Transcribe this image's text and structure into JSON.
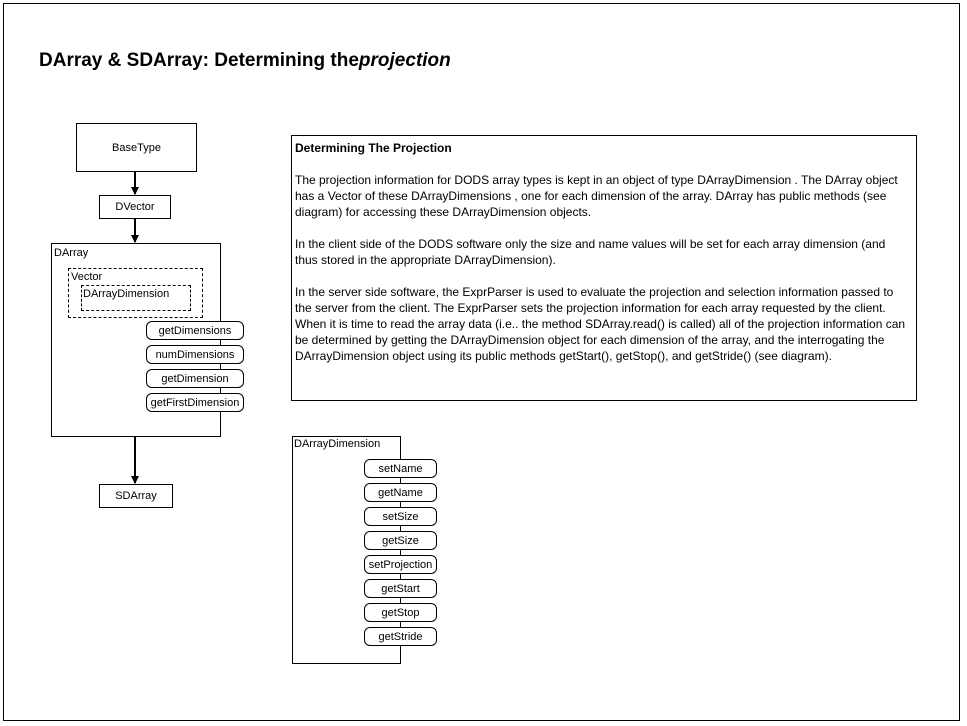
{
  "title": {
    "main": "DArray & SDArray: Determining the",
    "emph": "projection"
  },
  "diagram": {
    "basetype": "BaseType",
    "dvector": "DVector",
    "darray": "DArray",
    "vector": "Vector",
    "darray_dimension": "DArrayDimension",
    "darray_methods": [
      "getDimensions",
      "numDimensions",
      "getDimension",
      "getFirstDimension"
    ],
    "sdarray": "SDArray"
  },
  "textbox": {
    "heading": "Determining The Projection",
    "paragraphs": [
      "The projection information for DODS array types is kept in an object of type   DArrayDimension . The DArray object has a Vector of these DArrayDimensions , one for each dimension of the array. DArray has public methods (see diagram) for accessing these DArrayDimension objects.",
      "In the client side of the DODS software only the size and name values will be set for each array dimension (and thus stored in the appropriate DArrayDimension).",
      "In the server side software, the ExprParser is used to evaluate the projection and selection information passed to the server from the client. The ExprParser sets the projection information for each array requested by the client. When it is time to read the array data (i.e.. the method SDArray.read() is called) all of the projection information can be determined by getting the DArrayDimension object for each dimension of the array, and the interrogating the DArrayDimension object using its public methods getStart(), getStop(), and getStride() (see diagram)."
    ]
  },
  "dimension_class": {
    "name": "DArrayDimension",
    "methods": [
      "setName",
      "getName",
      "setSize",
      "getSize",
      "setProjection",
      "getStart",
      "getStop",
      "getStride"
    ]
  }
}
